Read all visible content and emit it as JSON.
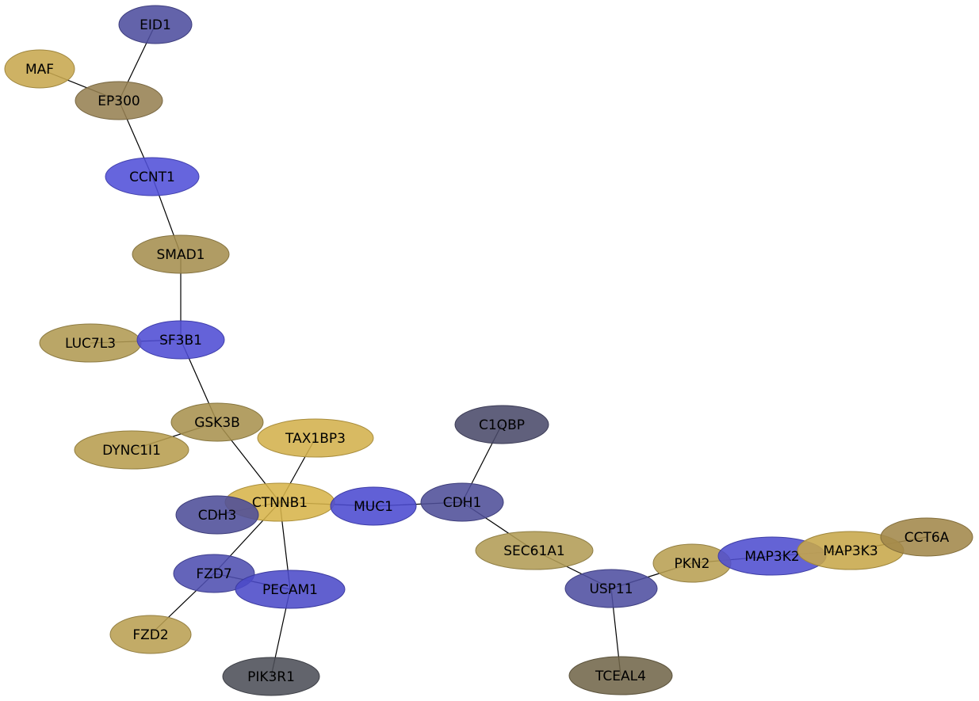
{
  "nodes": [
    {
      "id": "EID1",
      "label": "EID1",
      "color": "#4d4d9e"
    },
    {
      "id": "MAF",
      "label": "MAF",
      "color": "#c7a74e"
    },
    {
      "id": "EP300",
      "label": "EP300",
      "color": "#968152"
    },
    {
      "id": "CCNT1",
      "label": "CCNT1",
      "color": "#5150d8"
    },
    {
      "id": "SMAD1",
      "label": "SMAD1",
      "color": "#a58e4f"
    },
    {
      "id": "LUC7L3",
      "label": "LUC7L3",
      "color": "#b09a52"
    },
    {
      "id": "SF3B1",
      "label": "SF3B1",
      "color": "#4e4cd4"
    },
    {
      "id": "GSK3B",
      "label": "GSK3B",
      "color": "#a8924e"
    },
    {
      "id": "DYNC1I1",
      "label": "DYNC1I1",
      "color": "#b79d4f"
    },
    {
      "id": "TAX1BP3",
      "label": "TAX1BP3",
      "color": "#d3b04c"
    },
    {
      "id": "C1QBP",
      "label": "C1QBP",
      "color": "#4a4a6a"
    },
    {
      "id": "CTNNB1",
      "label": "CTNNB1",
      "color": "#d7b44a"
    },
    {
      "id": "CDH3",
      "label": "CDH3",
      "color": "#4d4d98"
    },
    {
      "id": "MUC1",
      "label": "MUC1",
      "color": "#4b4ad0"
    },
    {
      "id": "CDH1",
      "label": "CDH1",
      "color": "#4e4e98"
    },
    {
      "id": "SEC61A1",
      "label": "SEC61A1",
      "color": "#b29c55"
    },
    {
      "id": "PKN2",
      "label": "PKN2",
      "color": "#b89f52"
    },
    {
      "id": "MAP3K2",
      "label": "MAP3K2",
      "color": "#4e4dcf"
    },
    {
      "id": "MAP3K3",
      "label": "MAP3K3",
      "color": "#c7a74a"
    },
    {
      "id": "CCT6A",
      "label": "CCT6A",
      "color": "#a2884a"
    },
    {
      "id": "FZD7",
      "label": "FZD7",
      "color": "#4e4eb0"
    },
    {
      "id": "PECAM1",
      "label": "PECAM1",
      "color": "#4b4ac8"
    },
    {
      "id": "USP11",
      "label": "USP11",
      "color": "#4e4ea0"
    },
    {
      "id": "FZD2",
      "label": "FZD2",
      "color": "#b99f52"
    },
    {
      "id": "PIK3R1",
      "label": "PIK3R1",
      "color": "#4c4f58"
    },
    {
      "id": "TCEAL4",
      "label": "TCEAL4",
      "color": "#72664a"
    }
  ],
  "edges": [
    {
      "source": "EID1",
      "target": "EP300"
    },
    {
      "source": "MAF",
      "target": "EP300"
    },
    {
      "source": "EP300",
      "target": "CCNT1"
    },
    {
      "source": "CCNT1",
      "target": "SMAD1"
    },
    {
      "source": "SMAD1",
      "target": "SF3B1"
    },
    {
      "source": "LUC7L3",
      "target": "SF3B1"
    },
    {
      "source": "SF3B1",
      "target": "GSK3B"
    },
    {
      "source": "GSK3B",
      "target": "DYNC1I1"
    },
    {
      "source": "GSK3B",
      "target": "CTNNB1"
    },
    {
      "source": "TAX1BP3",
      "target": "CTNNB1"
    },
    {
      "source": "CTNNB1",
      "target": "CDH3"
    },
    {
      "source": "CTNNB1",
      "target": "MUC1"
    },
    {
      "source": "CTNNB1",
      "target": "FZD7"
    },
    {
      "source": "CTNNB1",
      "target": "PECAM1"
    },
    {
      "source": "MUC1",
      "target": "CDH1"
    },
    {
      "source": "C1QBP",
      "target": "CDH1"
    },
    {
      "source": "CDH1",
      "target": "SEC61A1"
    },
    {
      "source": "SEC61A1",
      "target": "USP11"
    },
    {
      "source": "USP11",
      "target": "PKN2"
    },
    {
      "source": "USP11",
      "target": "TCEAL4"
    },
    {
      "source": "PKN2",
      "target": "MAP3K2"
    },
    {
      "source": "MAP3K2",
      "target": "MAP3K3"
    },
    {
      "source": "MAP3K3",
      "target": "CCT6A"
    },
    {
      "source": "FZD7",
      "target": "FZD2"
    },
    {
      "source": "FZD7",
      "target": "PECAM1"
    },
    {
      "source": "PECAM1",
      "target": "PIK3R1"
    }
  ]
}
